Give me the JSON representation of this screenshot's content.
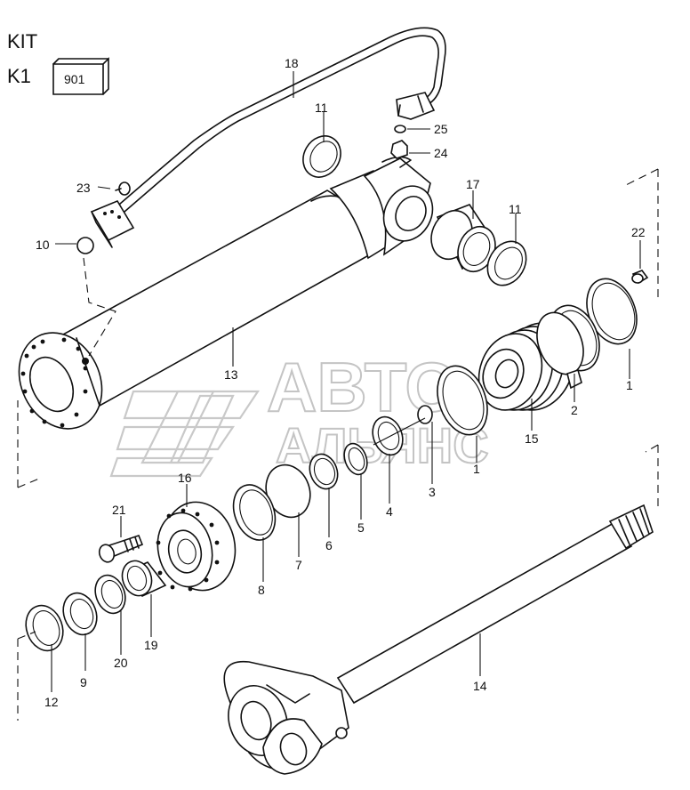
{
  "header": {
    "kit_label": "KIT",
    "k1_label": "K1",
    "k1_code": "901"
  },
  "watermark": {
    "line1": "АВТО",
    "line2": "АЛЬЯНС"
  },
  "callouts": [
    {
      "id": "c1a",
      "label": "1"
    },
    {
      "id": "c1b",
      "label": "1"
    },
    {
      "id": "c2",
      "label": "2"
    },
    {
      "id": "c3",
      "label": "3"
    },
    {
      "id": "c4",
      "label": "4"
    },
    {
      "id": "c5",
      "label": "5"
    },
    {
      "id": "c6",
      "label": "6"
    },
    {
      "id": "c7",
      "label": "7"
    },
    {
      "id": "c8",
      "label": "8"
    },
    {
      "id": "c9",
      "label": "9"
    },
    {
      "id": "c10",
      "label": "10"
    },
    {
      "id": "c11a",
      "label": "11"
    },
    {
      "id": "c11b",
      "label": "11"
    },
    {
      "id": "c12",
      "label": "12"
    },
    {
      "id": "c13",
      "label": "13"
    },
    {
      "id": "c14",
      "label": "14"
    },
    {
      "id": "c15",
      "label": "15"
    },
    {
      "id": "c16",
      "label": "16"
    },
    {
      "id": "c17",
      "label": "17"
    },
    {
      "id": "c18",
      "label": "18"
    },
    {
      "id": "c19",
      "label": "19"
    },
    {
      "id": "c20",
      "label": "20"
    },
    {
      "id": "c21",
      "label": "21"
    },
    {
      "id": "c22",
      "label": "22"
    },
    {
      "id": "c23",
      "label": "23"
    },
    {
      "id": "c24",
      "label": "24"
    },
    {
      "id": "c25",
      "label": "25"
    }
  ]
}
